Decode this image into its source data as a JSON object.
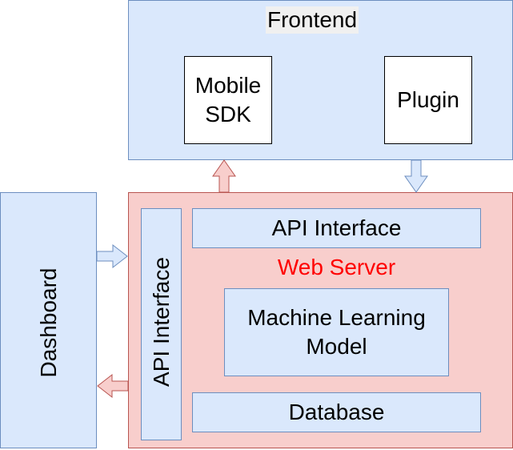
{
  "frontend": {
    "title": "Frontend",
    "mobile_sdk": "Mobile\nSDK",
    "plugin": "Plugin"
  },
  "web_server": {
    "title": "Web Server",
    "api_interface_top": "API Interface",
    "api_interface_side": "API Interface",
    "ml_model": "Machine Learning\nModel",
    "database": "Database"
  },
  "dashboard": {
    "label": "Dashboard"
  },
  "colors": {
    "blue_fill": "#dae8fc",
    "blue_stroke": "#6c8ebf",
    "red_fill": "#f8cecc",
    "red_stroke": "#b85450",
    "web_server_text": "#ff0000"
  }
}
